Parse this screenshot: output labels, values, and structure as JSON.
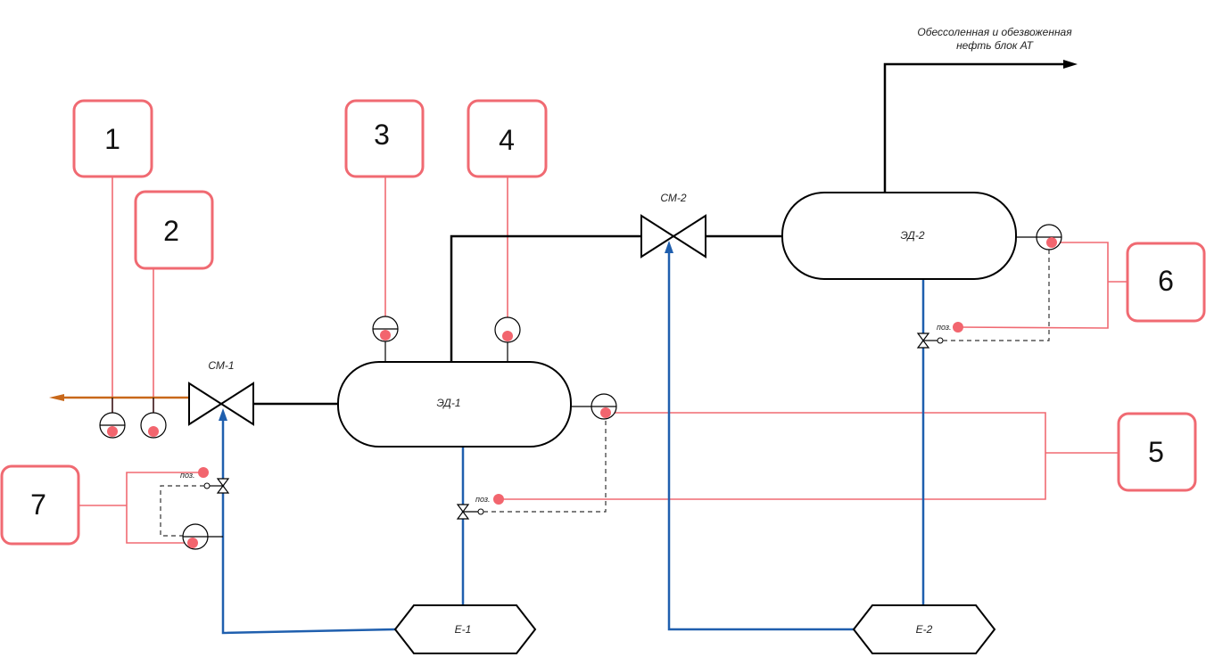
{
  "labels": {
    "cm1": "СМ-1",
    "cm2": "СМ-2",
    "ed1": "ЭД-1",
    "ed2": "ЭД-2",
    "e1": "Е-1",
    "e2": "Е-2",
    "poz": "поз.",
    "output_line1": "Обессоленная и обезвоженная",
    "output_line2": "нефть блок АТ"
  },
  "callouts": [
    "1",
    "2",
    "3",
    "4",
    "5",
    "6",
    "7"
  ],
  "colors": {
    "process_line": "#000000",
    "water_line": "#1f5fae",
    "feed_line": "#c8681a",
    "callout": "#f06a72"
  }
}
